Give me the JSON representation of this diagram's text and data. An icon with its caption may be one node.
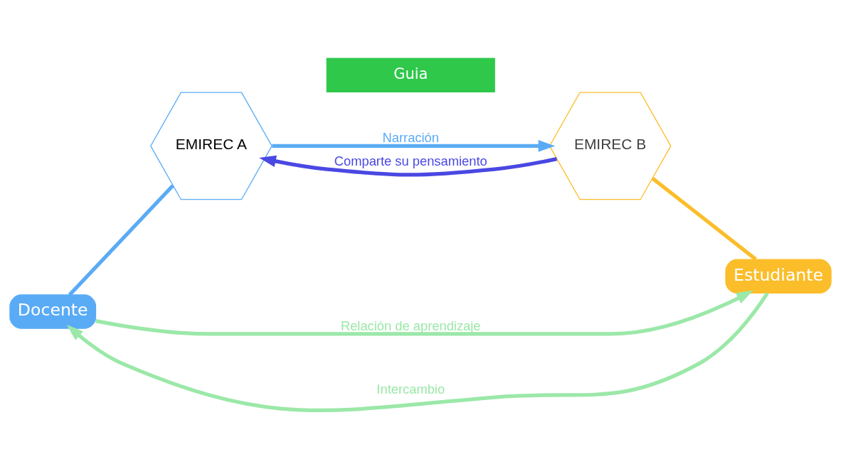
{
  "diagram": {
    "nodes": [
      {
        "text": [
          "Docente"
        ]
      },
      {
        "text": [
          "EMIREC A"
        ]
      },
      {
        "text": [
          "Guia"
        ]
      },
      {
        "text": [
          "EMIREC B"
        ]
      },
      {
        "text": [
          "Estudiante"
        ]
      }
    ],
    "edges": [
      {
        "from": 0,
        "to": 1,
        "arrow": "none",
        "color": "#5aabf5"
      },
      {
        "from": 3,
        "to": 4,
        "arrow": "none",
        "color": "#fbbd2a"
      },
      {
        "from": 1,
        "to": 3,
        "arrow": "to",
        "label": "Narración",
        "color": "#5aabf5"
      },
      {
        "from": 3,
        "to": 1,
        "arrow": "to",
        "label": "Comparte su pensamiento",
        "color": "#4a48e2"
      },
      {
        "from": 4,
        "to": 0,
        "arrow": "to",
        "label": "Intercambio",
        "color": "#9be8a8"
      },
      {
        "from": 0,
        "to": 4,
        "arrow": "to",
        "label": "Relación de aprendizaje",
        "color": "#9be8a8"
      }
    ]
  }
}
